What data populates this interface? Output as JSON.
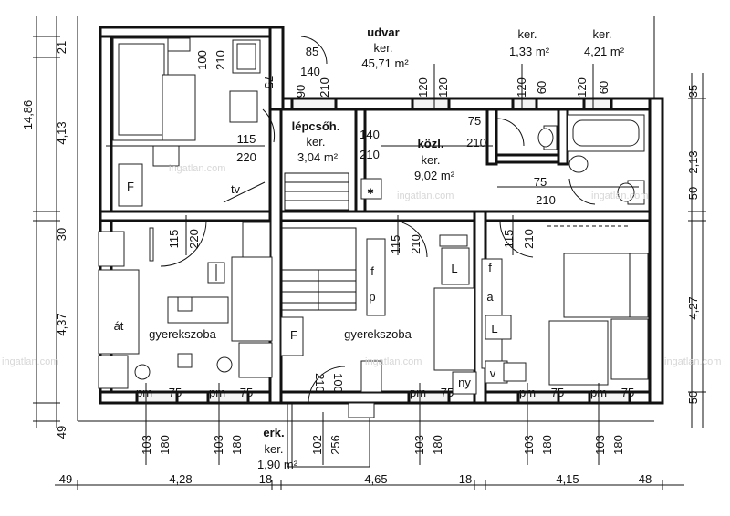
{
  "rooms": {
    "udvar": {
      "name": "udvar",
      "type": "ker.",
      "area": "45,71 m²"
    },
    "lepcsoh": {
      "name": "lépcsőh.",
      "type": "ker.",
      "area": "3,04 m²"
    },
    "kozl": {
      "name": "közl.",
      "type": "ker.",
      "area": "9,02 m²"
    },
    "wc": {
      "type": "ker.",
      "area": "1,33 m²"
    },
    "bath": {
      "type": "ker.",
      "area": "4,21 m²"
    },
    "erk": {
      "name": "erk.",
      "type": "ker.",
      "area": "1,90 m²"
    },
    "kids1": {
      "name": "gyerekszoba"
    },
    "kids2": {
      "name": "gyerekszoba"
    }
  },
  "labels": {
    "f": "F",
    "tv": "tv",
    "at": "át",
    "f_small": "f",
    "p": "p",
    "L": "L",
    "a": "a",
    "v": "v",
    "ny": "ny",
    "pm": "pm"
  },
  "dims_left": [
    "21",
    "14,86",
    "4,13",
    "30",
    "4,37",
    "49"
  ],
  "dims_right": [
    "35",
    "2,13",
    "50",
    "4,27",
    "50"
  ],
  "dims_bottom": [
    "49",
    "4,28",
    "18",
    "4,65",
    "18",
    "4,15",
    "48"
  ],
  "door_dims": {
    "d100": "100",
    "d210": "210",
    "d85": "85",
    "d140": "140",
    "d90": "90",
    "d75": "75",
    "d115": "115",
    "d220": "220",
    "d120": "120",
    "d60": "60",
    "d102": "102",
    "d256": "256",
    "d103": "103",
    "d180": "180"
  },
  "watermark": "ingatlan.com"
}
